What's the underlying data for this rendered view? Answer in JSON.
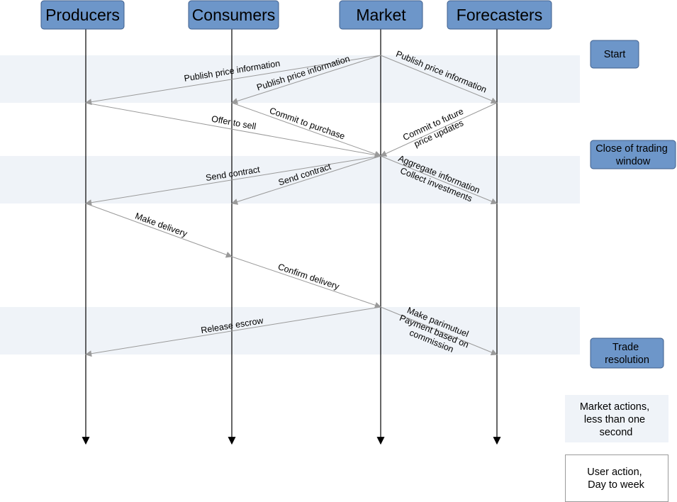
{
  "actors": {
    "producers": "Producers",
    "consumers": "Consumers",
    "market": "Market",
    "forecasters": "Forecasters"
  },
  "phases": {
    "start": [
      "Start"
    ],
    "close": [
      "Close of trading",
      "window"
    ],
    "resolution": [
      "Trade",
      "resolution"
    ]
  },
  "messages": {
    "publish_producers": "Publish price information",
    "publish_consumers": "Publish price information",
    "publish_forecasters": "Publish price information",
    "offer_to_sell": "Offer to sell",
    "commit_to_purchase": "Commit to purchase",
    "commit_future": [
      "Commit to future",
      "price updates"
    ],
    "send_contract_producers": "Send contract",
    "send_contract_consumers": "Send contract",
    "aggregate": [
      "Aggregate information",
      "Collect investments"
    ],
    "make_delivery": "Make delivery",
    "confirm_delivery": "Confirm delivery",
    "release_escrow": "Release escrow",
    "parimutuel": [
      "Make parimutuel",
      "Payment based on",
      "commission"
    ]
  },
  "legend": {
    "market_actions": [
      "Market actions,",
      "less than one",
      "second"
    ],
    "user_action": [
      "User action,",
      "Day to week"
    ]
  },
  "colors": {
    "actor_fill": "#6d96c9",
    "band_fill": "#eff3f8",
    "message_line": "#9a9a9a"
  }
}
